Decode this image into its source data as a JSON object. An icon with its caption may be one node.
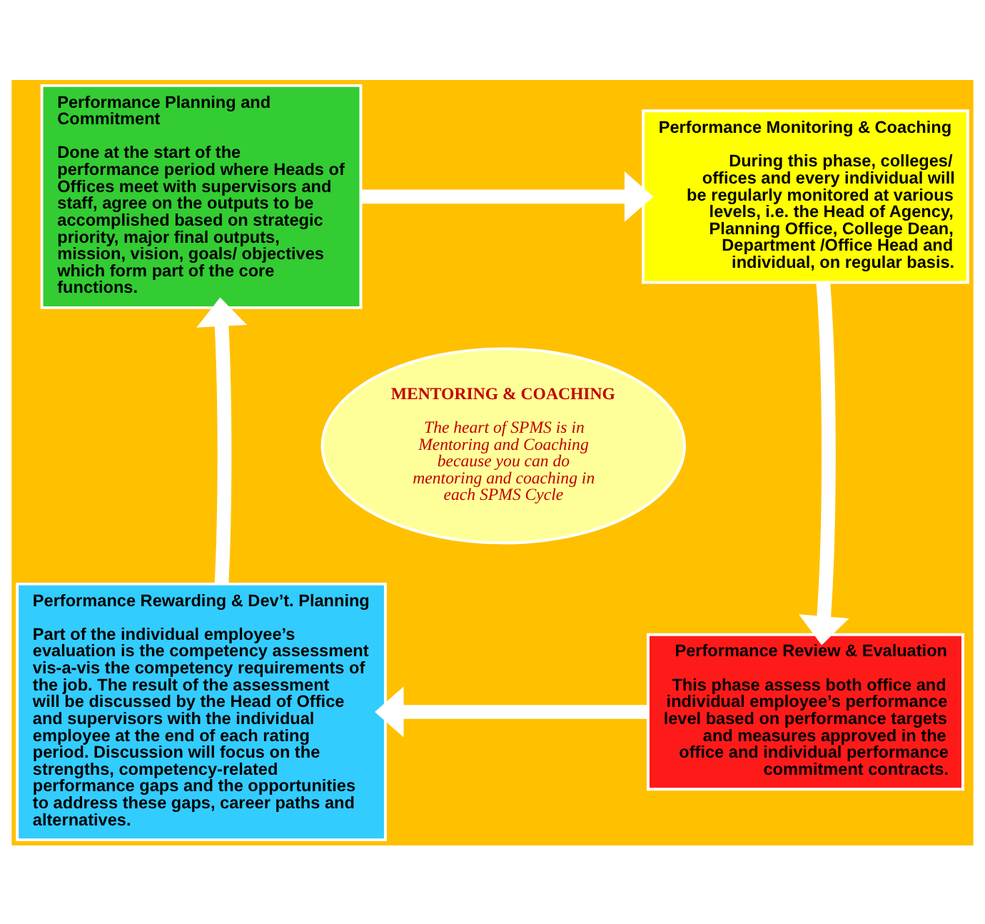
{
  "diagram": {
    "nodes": [
      {
        "text": [
          "Performance Planning and Commitment",
          "Done at the start of the performance period where Heads of Offices meet with supervisors and staff, agree on the outputs to be accomplished based on strategic priority, major final outputs, mission, vision, goals/ objectives which form part of the core functions."
        ]
      },
      {
        "text": [
          "Performance Monitoring & Coaching",
          "During this phase, colleges/ offices and every individual will be regularly monitored at various levels, i.e. the Head of Agency, Planning Office, College Dean, Department /Office Head and individual, on regular basis."
        ]
      },
      {
        "text": [
          "Performance Review & Evaluation",
          "This phase assess both office and individual employee’s performance level based on performance targets and measures approved in the office and individual performance commitment contracts."
        ]
      },
      {
        "text": [
          "Performance Rewarding & Dev’t. Planning",
          "Part of the individual employee’s evaluation is the competency assessment vis-a-vis the competency requirements of the job. The result of the assessment will be discussed by the Head of Office and supervisors with the individual employee at the end of each rating period. Discussion will focus on the strengths, competency-related performance gaps and the opportunities to address these gaps, career paths and alternatives."
        ]
      },
      {
        "text": [
          "MENTORING & COACHING",
          "The heart of SPMS is in Mentoring and Coaching because you can do mentoring and coaching in each SPMS Cycle"
        ]
      }
    ],
    "edges": [
      {
        "from": 0,
        "to": 1,
        "arrow": "to"
      },
      {
        "from": 1,
        "to": 2,
        "arrow": "to"
      },
      {
        "from": 2,
        "to": 3,
        "arrow": "to"
      },
      {
        "from": 3,
        "to": 0,
        "arrow": "to"
      }
    ]
  }
}
